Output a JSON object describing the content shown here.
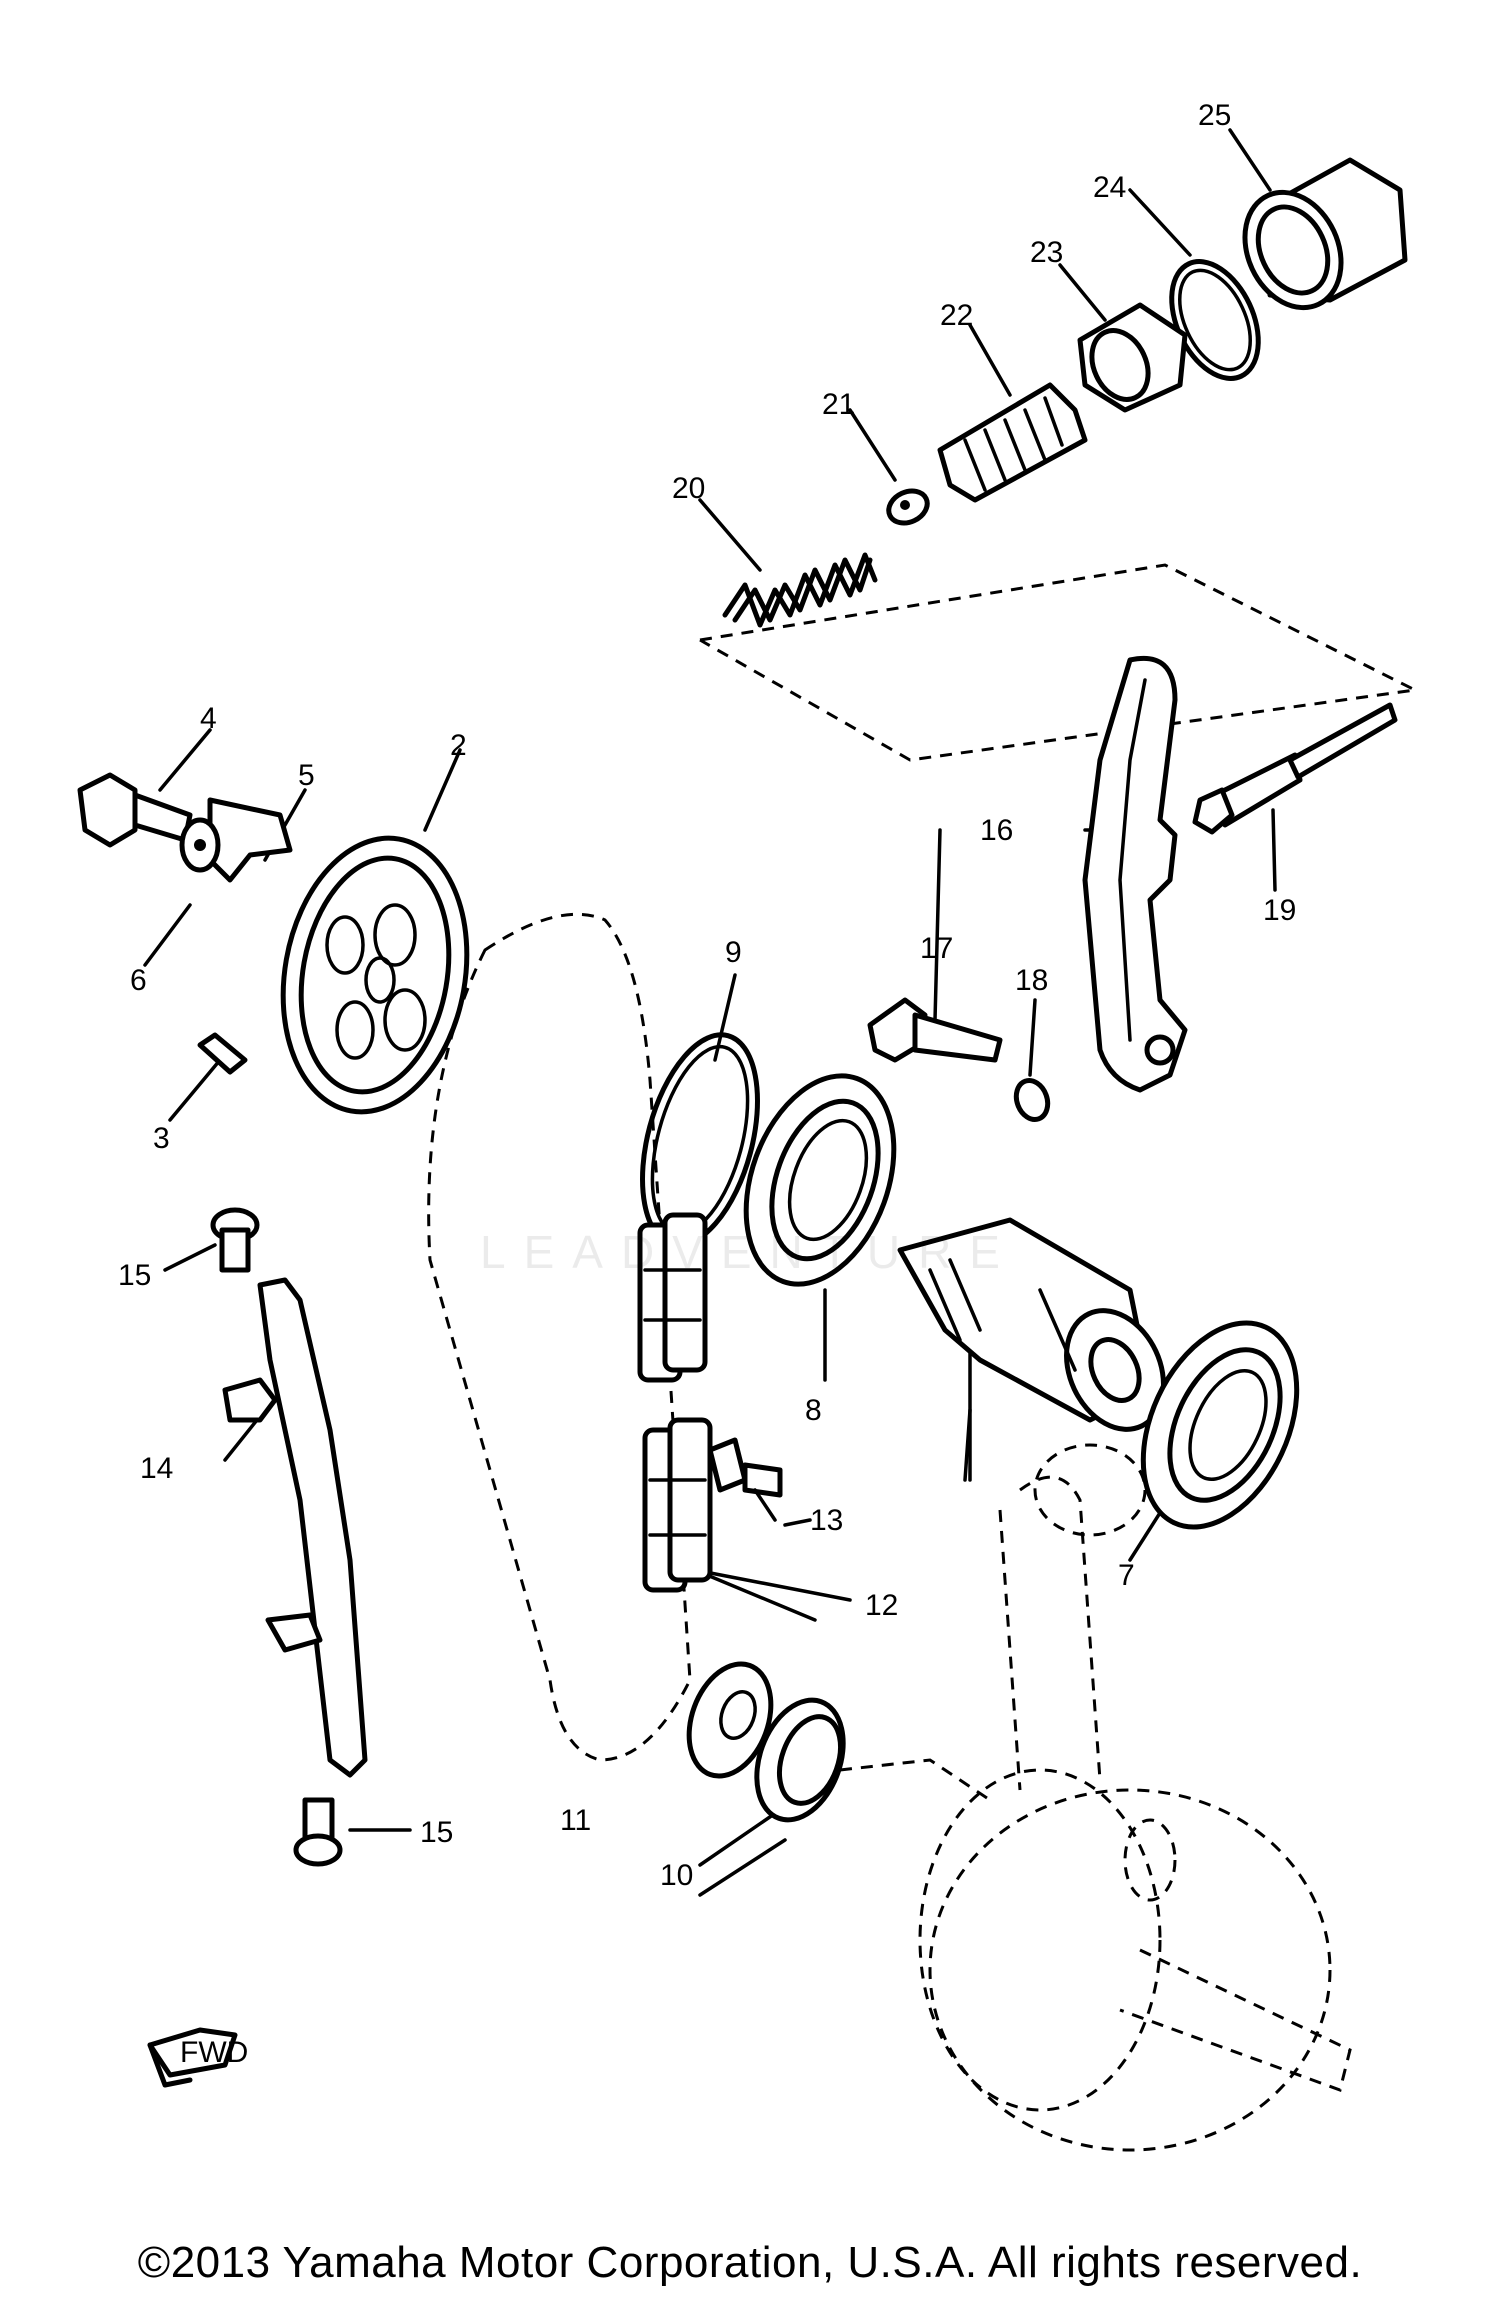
{
  "diagram": {
    "part_numbers": [
      "2",
      "3",
      "4",
      "5",
      "6",
      "7",
      "8",
      "9",
      "10",
      "11",
      "12",
      "13",
      "14",
      "15",
      "15",
      "16",
      "17",
      "18",
      "19",
      "20",
      "21",
      "22",
      "23",
      "24",
      "25"
    ],
    "direction_badge": "FWD",
    "watermark": "LEADVENTURE"
  },
  "footer": {
    "copyright": "©2013 Yamaha Motor Corporation, U.S.A. All rights reserved."
  }
}
